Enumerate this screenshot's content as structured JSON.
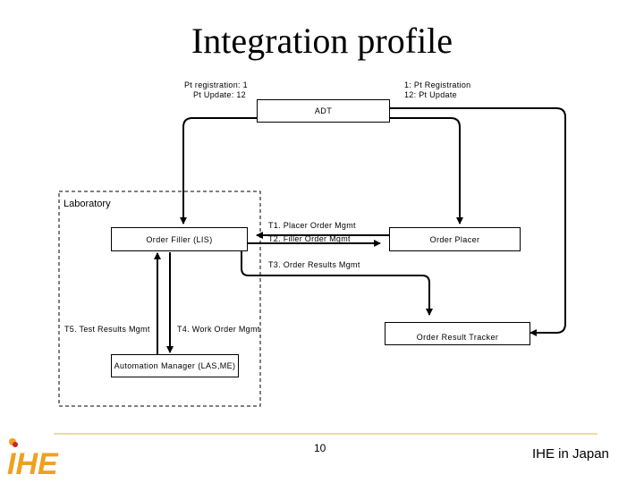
{
  "title": "Integration profile",
  "adt": {
    "label": "ADT",
    "left_note_line1": "Pt registration: 1",
    "left_note_line2": "Pt Update: 12",
    "right_note_line1": "1: Pt Registration",
    "right_note_line2": "12: Pt Update"
  },
  "laboratory_label": "Laboratory",
  "order_filler_label": "Order Filler (LIS)",
  "order_placer_label": "Order Placer",
  "order_result_tracker_label": "Order Result Tracker",
  "automation_manager_label": "Automation Manager (LAS,ME)",
  "transactions": {
    "t1": "T1. Placer Order Mgmt",
    "t2": "T2. Filler Order Mgmt",
    "t3": "T3. Order Results Mgmt",
    "t4": "T4. Work Order Mgmt",
    "t5": "T5. Test Results Mgmt"
  },
  "footer": {
    "page_number": "10",
    "brand": "IHE in Japan",
    "logo_text": "IHE"
  },
  "colors": {
    "footer_line": "#d4b84a",
    "logo_orange": "#f0a020",
    "logo_red": "#d02020"
  }
}
